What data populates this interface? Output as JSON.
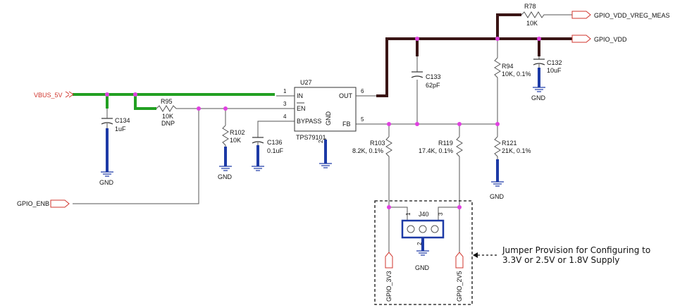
{
  "nets": {
    "vbus": "VBUS_5V",
    "gpio_vdd_vreg_meas": "GPIO_VDD_VREG_MEAS",
    "gpio_vdd": "GPIO_VDD",
    "gpio_enb": "GPIO_ENB",
    "gpio_3v3": "GPIO_3V3",
    "gpio_2v5": "GPIO_2V5"
  },
  "ic": {
    "ref": "U27",
    "part": "TPS79101",
    "pins": {
      "in": {
        "name": "IN",
        "num": "1"
      },
      "en": {
        "name": "EN",
        "num": "3"
      },
      "bypass": {
        "name": "BYPASS",
        "num": "4"
      },
      "out": {
        "name": "OUT",
        "num": "6"
      },
      "fb": {
        "name": "FB",
        "num": "5"
      },
      "gnd": {
        "name": "GND",
        "num": "2"
      }
    }
  },
  "components": {
    "r78": {
      "ref": "R78",
      "value": "10K"
    },
    "r94": {
      "ref": "R94",
      "value": "10K, 0.1%"
    },
    "r95": {
      "ref": "R95",
      "value": "10K",
      "note": "DNP"
    },
    "r102": {
      "ref": "R102",
      "value": "10K"
    },
    "r103": {
      "ref": "R103",
      "value": "8.2K, 0.1%"
    },
    "r119": {
      "ref": "R119",
      "value": "17.4K, 0.1%"
    },
    "r121": {
      "ref": "R121",
      "value": "21K, 0.1%"
    },
    "c132": {
      "ref": "C132",
      "value": "10uF"
    },
    "c133": {
      "ref": "C133",
      "value": "62pF"
    },
    "c134": {
      "ref": "C134",
      "value": "1uF"
    },
    "c136": {
      "ref": "C136",
      "value": "0.1uF"
    }
  },
  "jumper": {
    "ref": "J40",
    "pin1": "1",
    "pin2": "2",
    "pin3": "3"
  },
  "gnd_label": "GND",
  "note": {
    "line1": "Jumper Provision for Configuring to",
    "line2": "3.3V or 2.5V or 1.8V Supply"
  }
}
